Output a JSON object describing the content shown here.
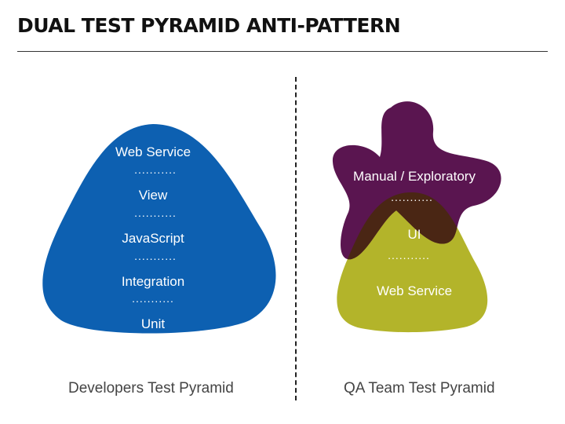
{
  "title": "DUAL TEST PYRAMID ANTI-PATTERN",
  "colors": {
    "developers_blob": "#0d60b1",
    "qa_web_service_blob": "#b3b42a",
    "qa_manual_blob": "#5a1550",
    "overlap": "#4a2614"
  },
  "developers": {
    "caption": "Developers Test Pyramid",
    "layers": [
      "Web Service",
      "View",
      "JavaScript",
      "Integration",
      "Unit"
    ],
    "separator": "..........."
  },
  "qa": {
    "caption": "QA Team Test Pyramid",
    "layers": [
      "Manual / Exploratory",
      "UI",
      "Web Service"
    ],
    "separator": "..........."
  }
}
